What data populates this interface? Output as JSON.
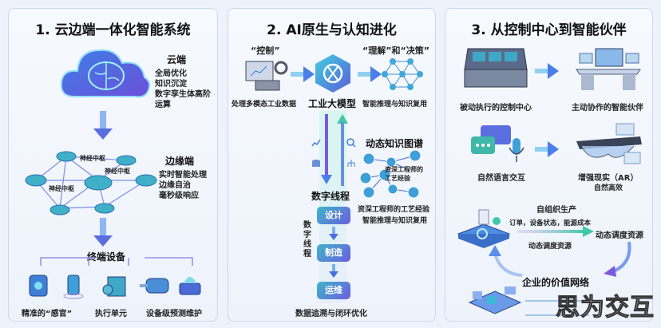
{
  "panel1": {
    "title": "1. 云边端一体化智能系统",
    "cloud": {
      "heading": "云端",
      "lines": [
        "全局优化",
        "知识沉淀",
        "数字孪生体高阶",
        "运算"
      ]
    },
    "edge": {
      "heading": "边缘端",
      "lines": [
        "实时智能处理",
        "边缘自治",
        "毫秒级响应"
      ],
      "node_labels": [
        "神经中枢",
        "神经中枢",
        "神经中枢"
      ]
    },
    "terminal": {
      "heading": "终端设备",
      "labels": [
        "精准的“感官”",
        "执行单元",
        "设备级预测维护"
      ]
    }
  },
  "panel2": {
    "title": "2. AI原生与认知进化",
    "control_label": "“控制”",
    "control_caption": "处理多模态工业数据",
    "model_label": "工业大模型",
    "understand_label": "“理解”和“决策”",
    "understand_caption": "智能推理与知识复用",
    "kg_heading": "动态知识图谱",
    "kg_side": "资深工程师的工艺经验",
    "kg_caption1": "资深工程师的工艺经验",
    "kg_caption2": "智能推理与知识复用",
    "thread_heading": "数字线程",
    "thread_vertical": "数字线程",
    "stages": [
      "设计",
      "制造",
      "运维"
    ],
    "footer": "数据追溯与闭环优化"
  },
  "panel3": {
    "title": "3. 从控制中心到智能伙伴",
    "row1": [
      "被动执行的控制中心",
      "主动协作的智能伙伴"
    ],
    "row2": [
      "自然语言交互",
      "增强现实（AR）",
      "自然高效"
    ],
    "loop": {
      "top": "自组织生产",
      "inputs": "订单，设备状态，能源成本",
      "under": "动态调度资源",
      "right": "动态调度资源",
      "center": "企业的价值网络"
    }
  },
  "watermark": "思为交互",
  "colors": {
    "accent_blue": "#4a7ee8",
    "accent_teal": "#3fc4c4",
    "accent_purple": "#7a5be0",
    "border": "#c9d8ee"
  }
}
